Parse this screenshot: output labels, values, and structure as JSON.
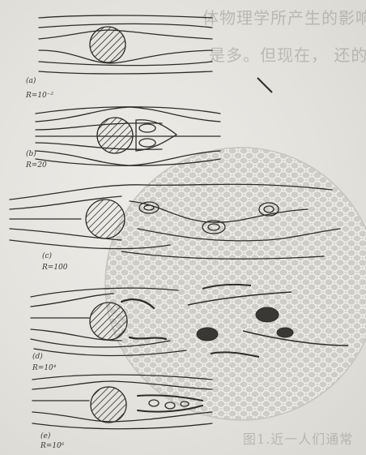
{
  "background_text": {
    "line1": "体物理学所产生的影响是很明显的。在",
    "line2": "是多。但现在，  还的要求   化学方面",
    "line3": "图1.近一人们通常"
  },
  "panels": [
    {
      "id": "a",
      "letter": "(a)",
      "re_label": "R=10⁻²"
    },
    {
      "id": "b",
      "letter": "(b)",
      "re_label": "R=20"
    },
    {
      "id": "c",
      "letter": "(c)",
      "re_label": "R=100"
    },
    {
      "id": "d",
      "letter": "(d)",
      "re_label": "R=10⁴"
    },
    {
      "id": "e",
      "letter": "(e)",
      "re_label": "R=10⁶"
    }
  ],
  "colors": {
    "ink": "#2e2c29",
    "paper": "#e6e4df",
    "cell_fill": "#d3d1cc",
    "cell_stroke": "#f4f3f0"
  }
}
